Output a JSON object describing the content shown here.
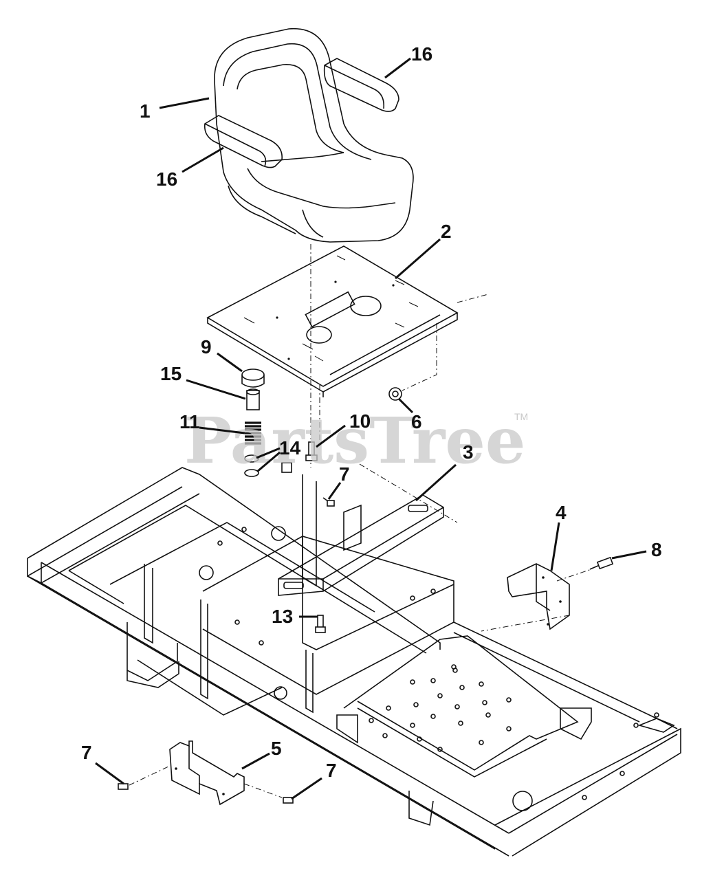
{
  "watermark": {
    "text": "PartsTree",
    "trademark": "TM"
  },
  "callouts": [
    {
      "id": "c1",
      "label": "1"
    },
    {
      "id": "c16a",
      "label": "16"
    },
    {
      "id": "c16b",
      "label": "16"
    },
    {
      "id": "c2",
      "label": "2"
    },
    {
      "id": "c9",
      "label": "9"
    },
    {
      "id": "c15",
      "label": "15"
    },
    {
      "id": "c11",
      "label": "11"
    },
    {
      "id": "c14",
      "label": "14"
    },
    {
      "id": "c10",
      "label": "10"
    },
    {
      "id": "c6",
      "label": "6"
    },
    {
      "id": "c3",
      "label": "3"
    },
    {
      "id": "c7a",
      "label": "7"
    },
    {
      "id": "c4",
      "label": "4"
    },
    {
      "id": "c8",
      "label": "8"
    },
    {
      "id": "c13",
      "label": "13"
    },
    {
      "id": "c5",
      "label": "5"
    },
    {
      "id": "c7b",
      "label": "7"
    },
    {
      "id": "c7c",
      "label": "7"
    }
  ]
}
